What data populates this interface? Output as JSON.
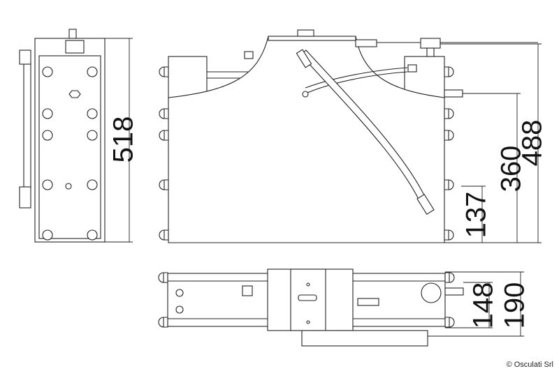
{
  "dimensions": {
    "side_height": "518",
    "total_height": "488",
    "outlet_height": "360",
    "lower_height": "137",
    "bottom_depth_inner": "148",
    "bottom_depth_total": "190"
  },
  "copyright": "© Osculati Srl",
  "colors": {
    "line": "#222222",
    "background": "#ffffff"
  }
}
